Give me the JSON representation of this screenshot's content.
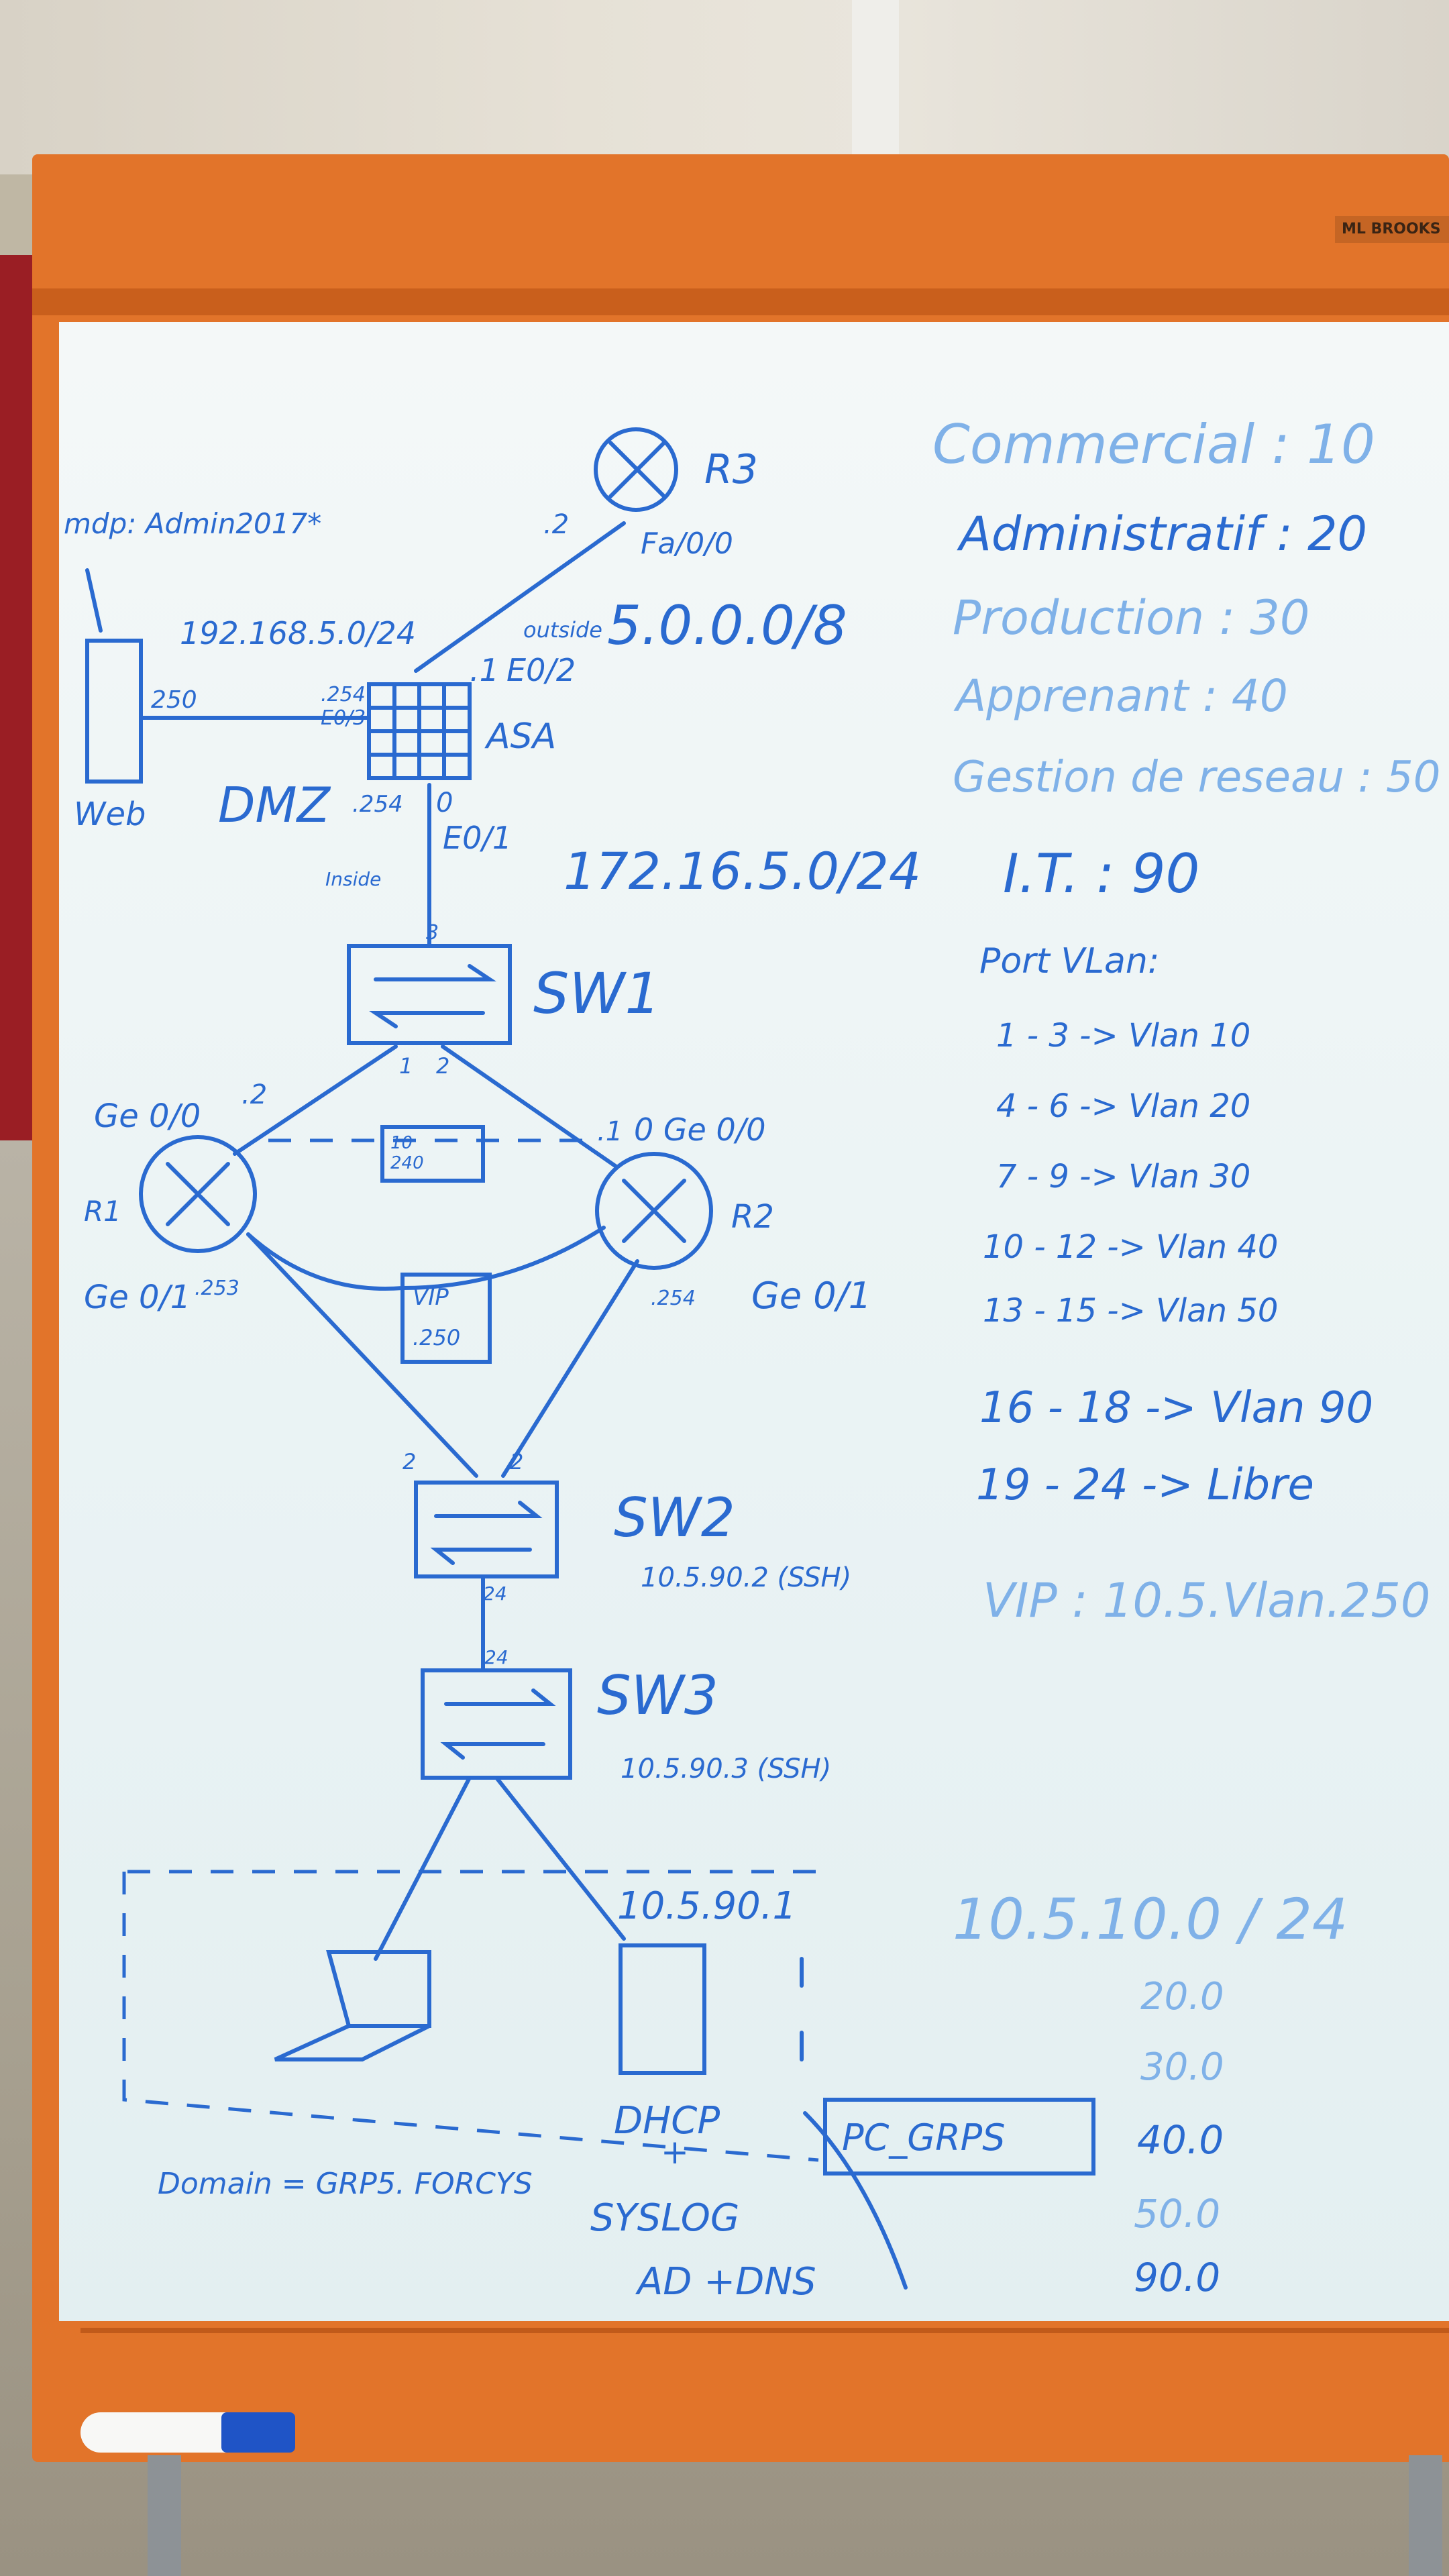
{
  "brand": "ML BROOKS",
  "devices": {
    "r3": "R3",
    "r3_ip": ".2",
    "r3_port": "Fa/0/0",
    "asa": "ASA",
    "asa_outside": "outside",
    "asa_outside_ip": ".1",
    "asa_outside_port": "E0/2",
    "asa_dmz_ip": ".254",
    "asa_dmz_port": "E0/3",
    "asa_inside_port": "E0/1",
    "asa_inside_ip": "0",
    "asa_inside_label": "Inside",
    "dmz": "DMZ",
    "dmz_ip2": ".254",
    "web": "Web",
    "web_ip": "250",
    "web_password": "mdp: Admin2017*",
    "dmz_network": "192.168.5.0/24",
    "outside_network": "5.0.0.0/8",
    "inside_network": "172.16.5.0/24",
    "sw1": "SW1",
    "sw1_port_top": "3",
    "sw1_port1": "1",
    "sw1_port2": "2",
    "r1": "R1",
    "r1_ip": ".2",
    "r1_g0": "Ge 0/0",
    "r1_g1": "Ge 0/1",
    "r1_g1_ip": ".253",
    "r2": "R2",
    "r2_ip": ".1",
    "r2_g0": "0 Ge 0/0",
    "r2_g1": "Ge 0/1",
    "r2_g1_ip": ".254",
    "hsrp_box": "10",
    "hsrp_box2": "240",
    "vip_box": "VIP",
    "vip_box_ip": ".250",
    "sw2": "SW2",
    "sw2_ip": "10.5.90.2 (SSH)",
    "sw2_port1": "2",
    "sw2_port2": "2",
    "sw2_port_down": "24",
    "sw3": "SW3",
    "sw3_ip": "10.5.90.3 (SSH)",
    "sw3_port_up": "24",
    "server_ip": "10.5.90.1",
    "server_roles_1": "DHCP",
    "server_roles_plus": "+",
    "server_roles_2": "SYSLOG",
    "server_roles_3": "AD +DNS",
    "pc_group": "PC_GRPS",
    "domain": "Domain = GRP5. FORCYS"
  },
  "vlans": [
    "Commercial : 10",
    "Administratif : 20",
    "Production : 30",
    "Apprenant : 40",
    "Gestion de reseau : 50",
    "I.T. : 90"
  ],
  "port_vlan_title": "Port VLan:",
  "port_vlan": [
    "1 - 3 -> Vlan 10",
    "4 - 6 -> Vlan 20",
    "7 - 9 -> Vlan 30",
    "10 - 12 -> Vlan 40",
    "13 - 15 -> Vlan 50",
    "16 - 18 -> Vlan 90",
    "19 - 24 -> Libre"
  ],
  "vip": "VIP : 10.5.Vlan.250",
  "subnet_main": "10.5.10.0 / 24",
  "subnets": [
    "20.0",
    "30.0",
    "40.0",
    "50.0",
    "90.0"
  ],
  "colors": {
    "ink": "#2a6ad0",
    "frame": "#e2742a",
    "board": "#eef5f6"
  }
}
